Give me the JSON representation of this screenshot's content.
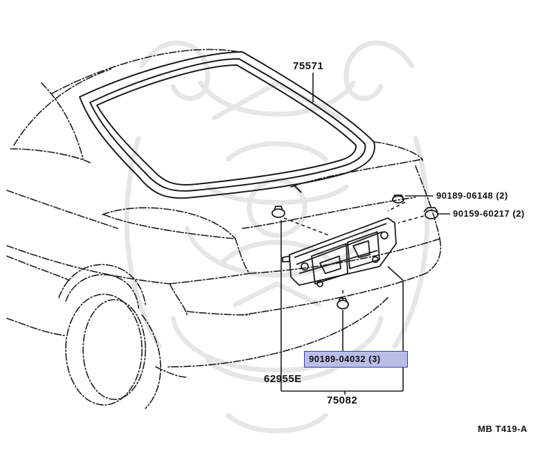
{
  "colors": {
    "line": "#1a1a1a",
    "watermark": "#e6e6e6",
    "highlight_fill": "#b9bde8",
    "highlight_border": "#3a3f9a"
  },
  "parts": {
    "p75571": "75571",
    "p90189_06148": "90189-06148 (2)",
    "p90159_60217": "90159-60217 (2)",
    "p90189_04032": "90189-04032 (3)",
    "p62955e": "62955E",
    "p75082": "75082"
  },
  "figure_code": "MB T419-A",
  "watermark_icon": "samurai-helmet-logo"
}
